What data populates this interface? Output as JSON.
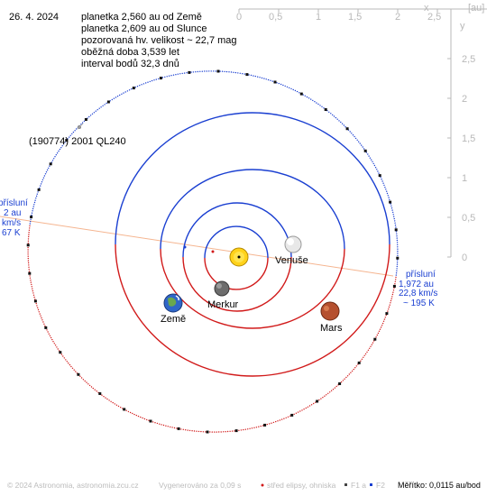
{
  "header": {
    "date": "26. 4. 2024",
    "info_lines": [
      "planetka 2,560 au od Země",
      "planetka 2,609 au od Slunce",
      "pozorovaná hv. velikost ~ 22,7 mag",
      "oběžná doba 3,539 let",
      "interval bodů 32,3 dnů"
    ]
  },
  "object_label": "(190774) 2001 QL240",
  "axes": {
    "unit_label": "[au]",
    "x_label": "x",
    "y_label": "y",
    "x_ticks": [
      "0",
      "0,5",
      "1",
      "1,5",
      "2",
      "2,5"
    ],
    "y_ticks": [
      "2,5",
      "2",
      "1,5",
      "1",
      "0,5",
      "0"
    ]
  },
  "planets": [
    {
      "name": "Venuše",
      "icon": "venus-icon"
    },
    {
      "name": "Merkur",
      "icon": "mercury-icon"
    },
    {
      "name": "Země",
      "icon": "earth-icon"
    },
    {
      "name": "Mars",
      "icon": "mars-icon"
    }
  ],
  "sun": {
    "icon": "sun-icon"
  },
  "perihelion_right": [
    "přísluní",
    "1,972 au",
    "22,8 km/s",
    "~ 195 K"
  ],
  "perihelion_left": [
    "přísluní",
    "2 au",
    "km/s",
    "67 K"
  ],
  "footer": {
    "copyright": "© 2024 Astronomia, astronomia.zcu.cz",
    "generated": "Vygenerováno za 0,09 s",
    "legend_center": "střed elipsy, ohniska",
    "legend_f1": "F1 a",
    "legend_f2": "F2",
    "scale": "Měřítko: 0,0115 au/bod"
  },
  "colors": {
    "orbit_blue": "#1a3fd1",
    "orbit_red": "#d11a1a",
    "asteroid_blue": "#1a3fd1",
    "asteroid_red": "#d11a1a",
    "axis_gray": "#b8b8b8",
    "perihelion_line": "#f5b590",
    "label_blue": "#1a3fd1"
  }
}
